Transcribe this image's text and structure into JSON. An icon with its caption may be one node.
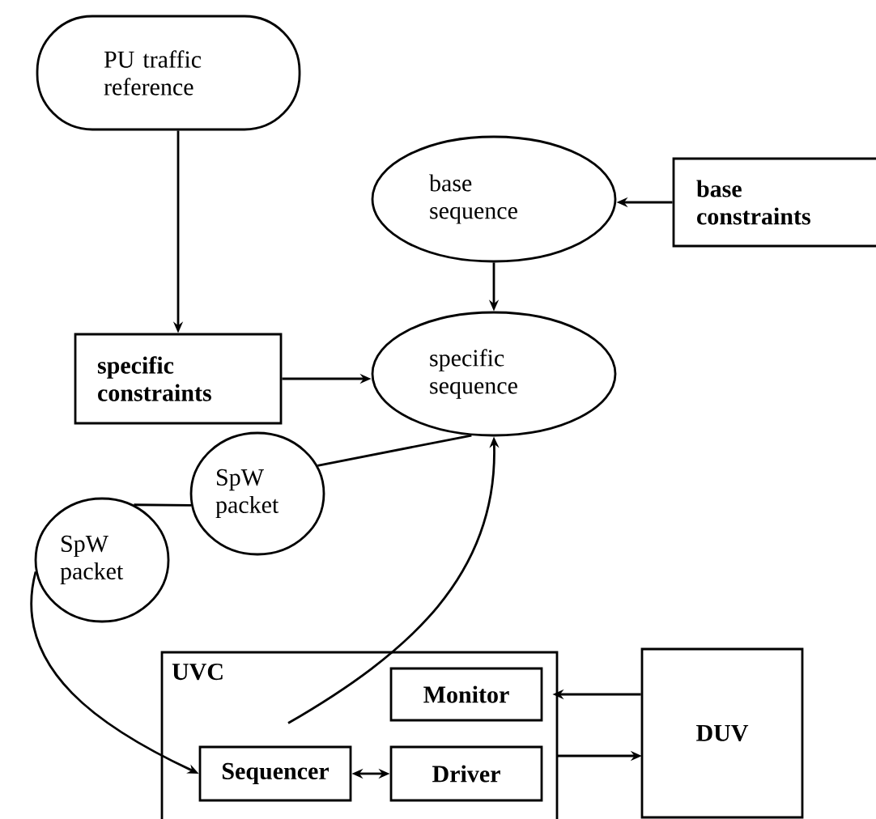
{
  "diagram": {
    "nodes": [
      {
        "text": [
          "PU traffic reference"
        ]
      },
      {
        "text": [
          "base sequence"
        ]
      },
      {
        "text": [
          "base constraints"
        ]
      },
      {
        "text": [
          "specific constraints"
        ]
      },
      {
        "text": [
          "specific sequence"
        ]
      },
      {
        "text": [
          "SpW packet"
        ]
      },
      {
        "text": [
          "SpW packet"
        ]
      },
      {
        "text": [
          "UVC"
        ]
      },
      {
        "text": [
          "Monitor"
        ],
        "in": 7
      },
      {
        "text": [
          "Sequencer"
        ],
        "in": 7
      },
      {
        "text": [
          "Driver"
        ],
        "in": 7
      },
      {
        "text": [
          "DUV"
        ]
      }
    ],
    "edges": [
      {
        "from": 0,
        "to": 3,
        "arrow": "to"
      },
      {
        "from": 2,
        "to": 1,
        "arrow": "to"
      },
      {
        "from": 1,
        "to": 4,
        "arrow": "to"
      },
      {
        "from": 3,
        "to": 4,
        "arrow": "to"
      },
      {
        "from": 4,
        "to": 5,
        "arrow": "none"
      },
      {
        "from": 5,
        "to": 6,
        "arrow": "none"
      },
      {
        "from": 6,
        "to": 9,
        "arrow": "to"
      },
      {
        "from": 9,
        "to": 4,
        "arrow": "to"
      },
      {
        "from": 9,
        "to": 10,
        "arrow": "both"
      },
      {
        "from": 11,
        "to": 8,
        "arrow": "to"
      },
      {
        "from": 7,
        "to": 11,
        "arrow": "to"
      }
    ]
  }
}
